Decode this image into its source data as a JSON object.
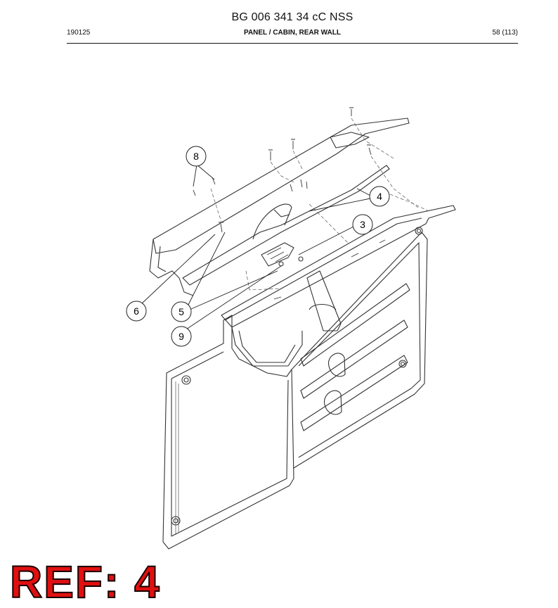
{
  "header": {
    "document_number": "BG 006 341 34 cC NSS",
    "date_code": "190125",
    "section_title": "PANEL / CABIN, REAR WALL",
    "page": "58 (113)"
  },
  "callouts": [
    {
      "label": "8"
    },
    {
      "label": "4"
    },
    {
      "label": "3"
    },
    {
      "label": "6"
    },
    {
      "label": "5"
    },
    {
      "label": "9"
    }
  ],
  "reference": {
    "text": "REF: 4",
    "color": "#e01010"
  }
}
